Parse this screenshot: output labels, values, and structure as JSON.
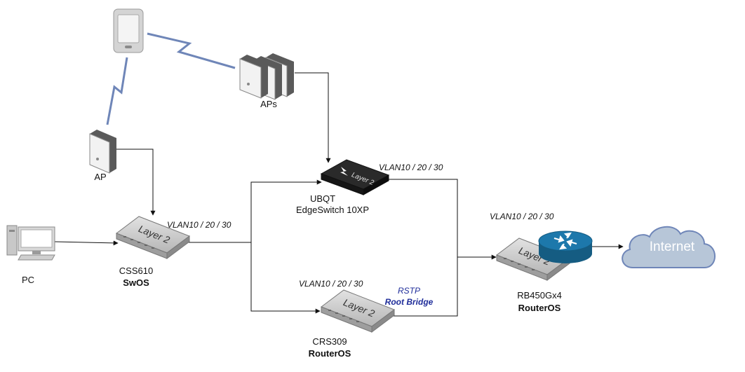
{
  "icons": {
    "phone": "smartphone-icon",
    "aps": "access-points-group-icon",
    "ap": "access-point-icon",
    "pc": "desktop-pc-icon",
    "css610": "layer2-switch-icon",
    "edgeswitch": "layer2-switch-dark-icon",
    "crs309": "layer2-switch-icon",
    "rb450": "layer2-switch-icon",
    "router": "router-icon",
    "internet": "cloud-icon"
  },
  "colors": {
    "link": "#111111",
    "wireless": "#6f86b8",
    "switch_body": "#c9c9c9",
    "edgeswitch_body": "#2a2a2a",
    "router": "#1d6f9c",
    "cloud": "#b7c6d8",
    "rstp_text": "#1f2d9a"
  },
  "nodes": {
    "aps": {
      "label": "APs"
    },
    "ap": {
      "label": "AP"
    },
    "pc": {
      "label": "PC"
    },
    "switch_text": "Layer 2",
    "edgeswitch": {
      "line1": "UBQT",
      "line2": "EdgeSwitch 10XP",
      "vlan": "VLAN10 / 20 / 30"
    },
    "css610": {
      "name": "CSS610",
      "os": "SwOS",
      "vlan": "VLAN10 / 20 / 30"
    },
    "crs309": {
      "name": "CRS309",
      "os": "RouterOS",
      "vlan": "VLAN10 / 20 / 30",
      "rstp": "RSTP",
      "root_bridge": "Root Bridge"
    },
    "rb450": {
      "name": "RB450Gx4",
      "os": "RouterOS",
      "vlan": "VLAN10 / 20 / 30"
    },
    "internet": {
      "label": "Internet"
    }
  }
}
